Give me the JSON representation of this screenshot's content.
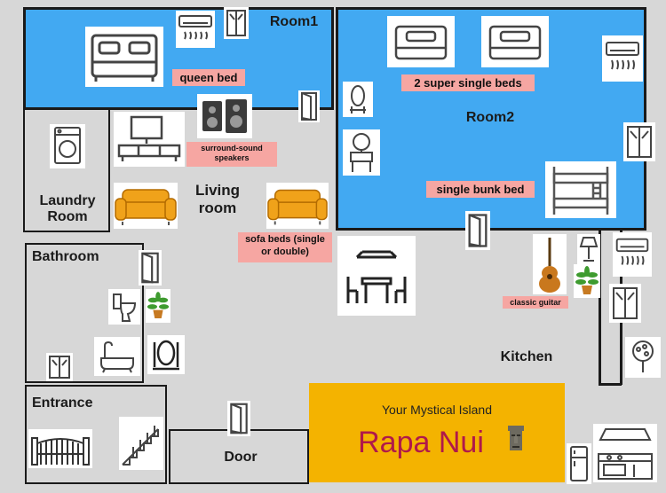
{
  "rooms": {
    "room1": "Room1",
    "room2": "Room2",
    "laundry": "Laundry\nRoom",
    "living": "Living\nroom",
    "bathroom": "Bathroom",
    "kitchen": "Kitchen",
    "entrance": "Entrance",
    "door": "Door"
  },
  "tags": {
    "queen_bed": "queen bed",
    "super_single": "2 super single beds",
    "speakers": "surround-sound speakers",
    "bunk": "single bunk bed",
    "sofa": "sofa beds (single or double)",
    "guitar": "classic guitar"
  },
  "banner": {
    "subtitle": "Your Mystical Island",
    "title": "Rapa Nui"
  },
  "colors": {
    "room_blue": "#42a9f2",
    "banner": "#f4b300",
    "title": "#b0194a",
    "tag": "#f6a6a2"
  },
  "icons": [
    "queen-bed-icon",
    "single-bed-icon",
    "air-conditioner-icon",
    "wardrobe-icon",
    "door-icon",
    "mirror-icon",
    "vanity-icon",
    "washing-machine-icon",
    "tv-stand-icon",
    "speakers-icon",
    "sofa-icon",
    "bunk-bed-icon",
    "dining-table-icon",
    "guitar-icon",
    "lamp-icon",
    "plant-icon",
    "toilet-icon",
    "bathtub-icon",
    "cabinet-icon",
    "gate-icon",
    "stairs-icon",
    "kitchen-icon",
    "fridge-icon",
    "tree-icon",
    "moai-icon"
  ]
}
